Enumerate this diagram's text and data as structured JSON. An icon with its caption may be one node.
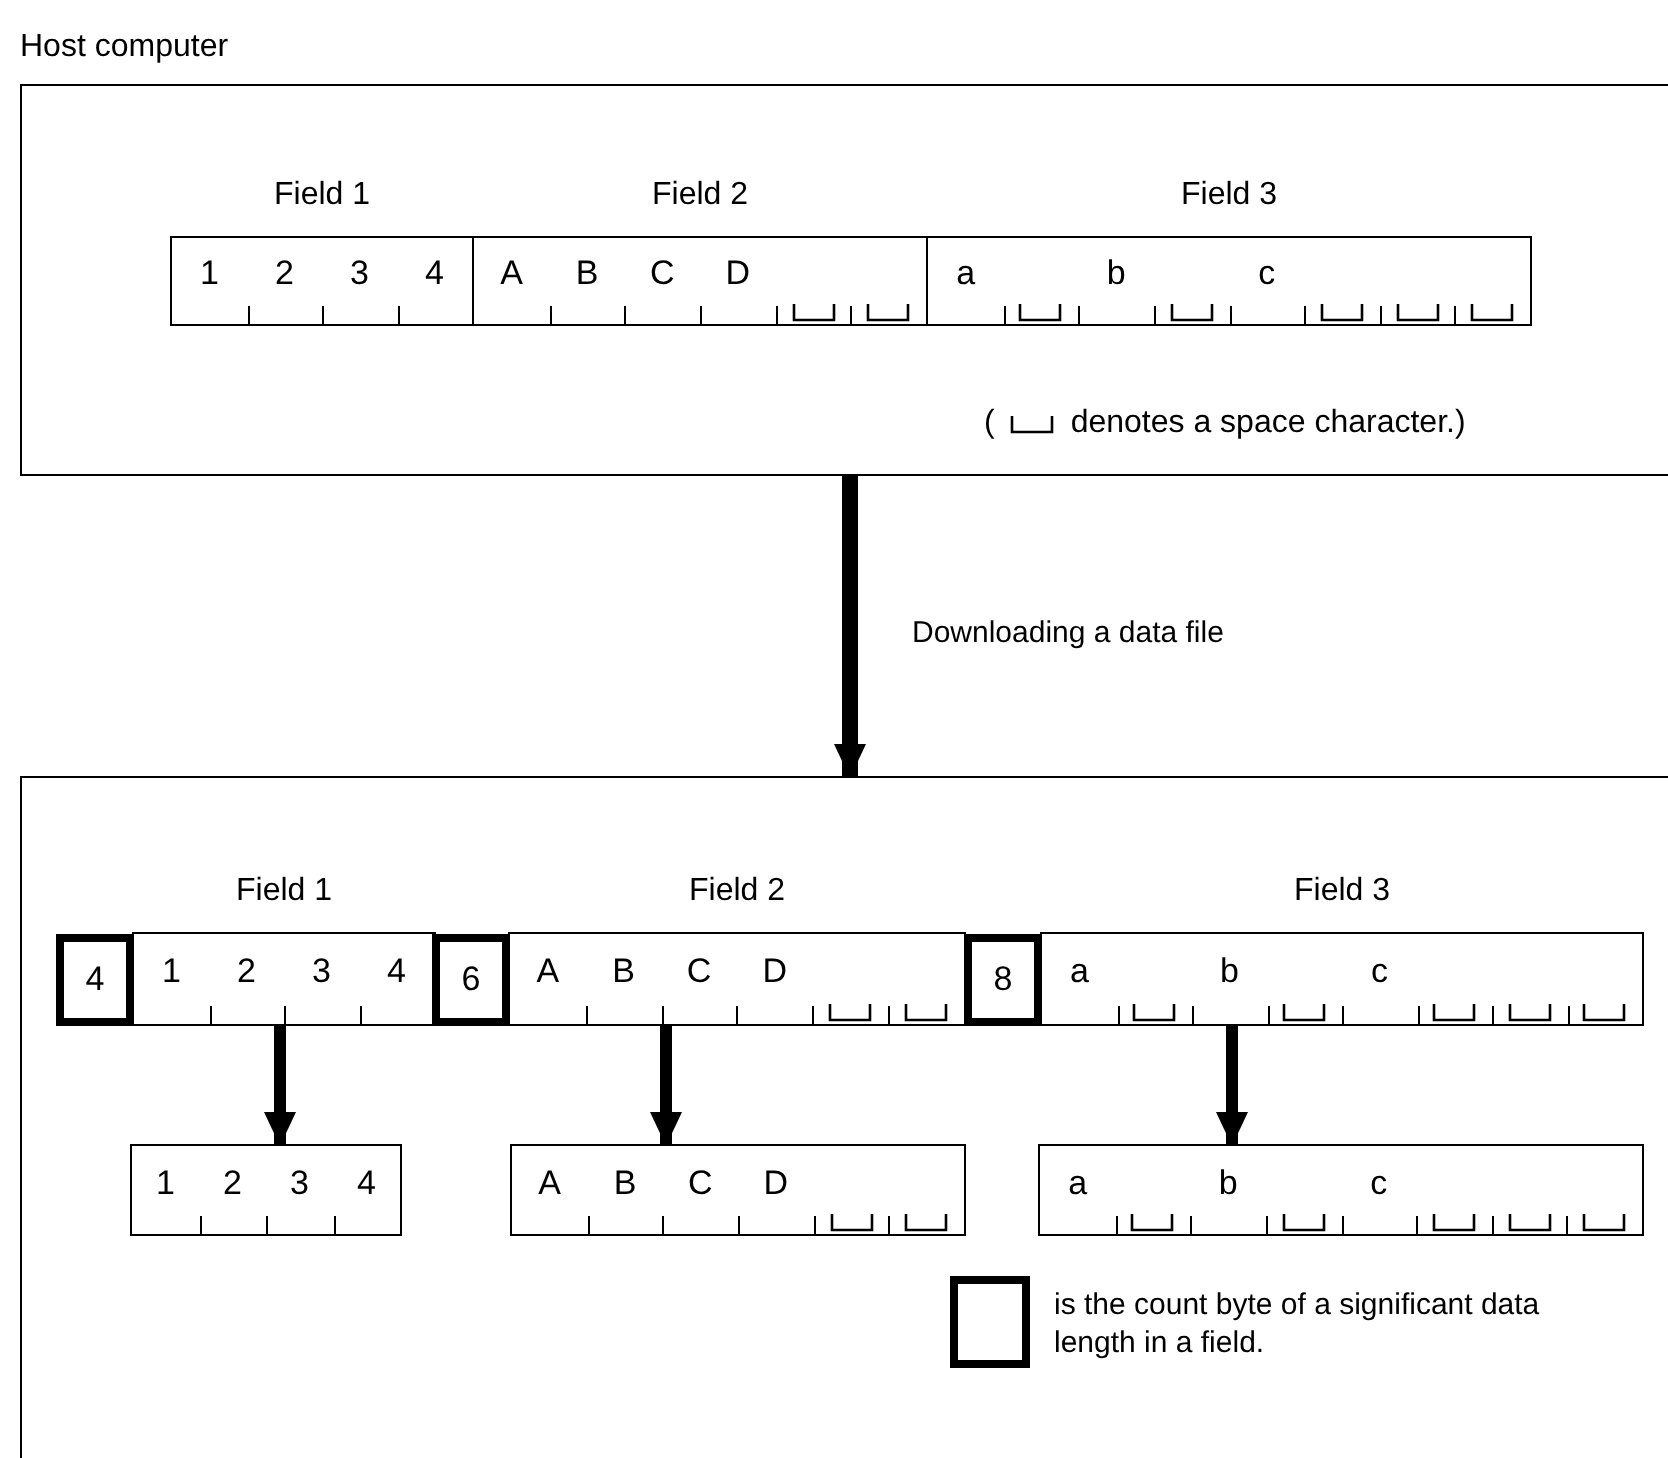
{
  "diagram": {
    "nodes": [
      {
        "text": [
          "Host computer"
        ]
      },
      {
        "text": [
          "Field 1",
          "1",
          "2",
          "3",
          "4"
        ],
        "in": 0
      },
      {
        "text": [
          "Field 2",
          "A",
          "B",
          "C",
          "D"
        ],
        "in": 0
      },
      {
        "text": [
          "Field 3",
          "a",
          "b",
          "c"
        ],
        "in": 0
      },
      {
        "text": [],
        "shape": "box"
      },
      {
        "text": [
          "4"
        ],
        "in": 4
      },
      {
        "text": [
          "Field 1",
          "1",
          "2",
          "3",
          "4"
        ],
        "in": 4
      },
      {
        "text": [
          "6"
        ],
        "in": 4
      },
      {
        "text": [
          "Field 2",
          "A",
          "B",
          "C",
          "D"
        ],
        "in": 4
      },
      {
        "text": [
          "8"
        ],
        "in": 4
      },
      {
        "text": [
          "Field 3",
          "a",
          "b",
          "c"
        ],
        "in": 4
      },
      {
        "text": [
          "1",
          "2",
          "3",
          "4"
        ],
        "in": 4
      },
      {
        "text": [
          "A",
          "B",
          "C",
          "D"
        ],
        "in": 4
      },
      {
        "text": [
          "a",
          "b",
          "c"
        ],
        "in": 4
      },
      {
        "text": [],
        "shape": "box",
        "in": 4,
        "beside": [
          "is the count byte of a significant data length in a field."
        ]
      }
    ],
    "edges": [
      {
        "from": 0,
        "to": 4,
        "arrow": "to",
        "label": "Downloading a data file"
      },
      {
        "from": 6,
        "to": 11,
        "arrow": "to"
      },
      {
        "from": 8,
        "to": 12,
        "arrow": "to"
      },
      {
        "from": 10,
        "to": 13,
        "arrow": "to"
      }
    ],
    "labels": [
      "(",
      "denotes a space character.)"
    ]
  }
}
